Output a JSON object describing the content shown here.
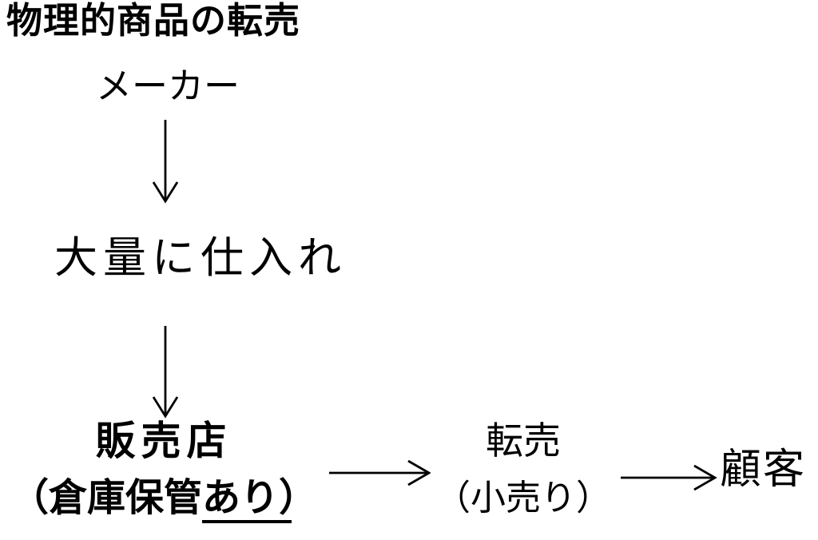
{
  "colors": {
    "background": "#ffffff",
    "ink": "#000000"
  },
  "title": "物理的商品の転売",
  "nodes": {
    "maker": "メーカー",
    "bulk_purchase": "大量に仕入れ",
    "store": "販売店",
    "store_note_prefix": "（倉庫保管",
    "store_note_underlined": "あり",
    "store_note_suffix": "）",
    "resale": "転売",
    "resale_note": "（小売り）",
    "customer": "顧客"
  },
  "icons": {
    "down_arrow": "↓",
    "right_arrow": "→"
  }
}
